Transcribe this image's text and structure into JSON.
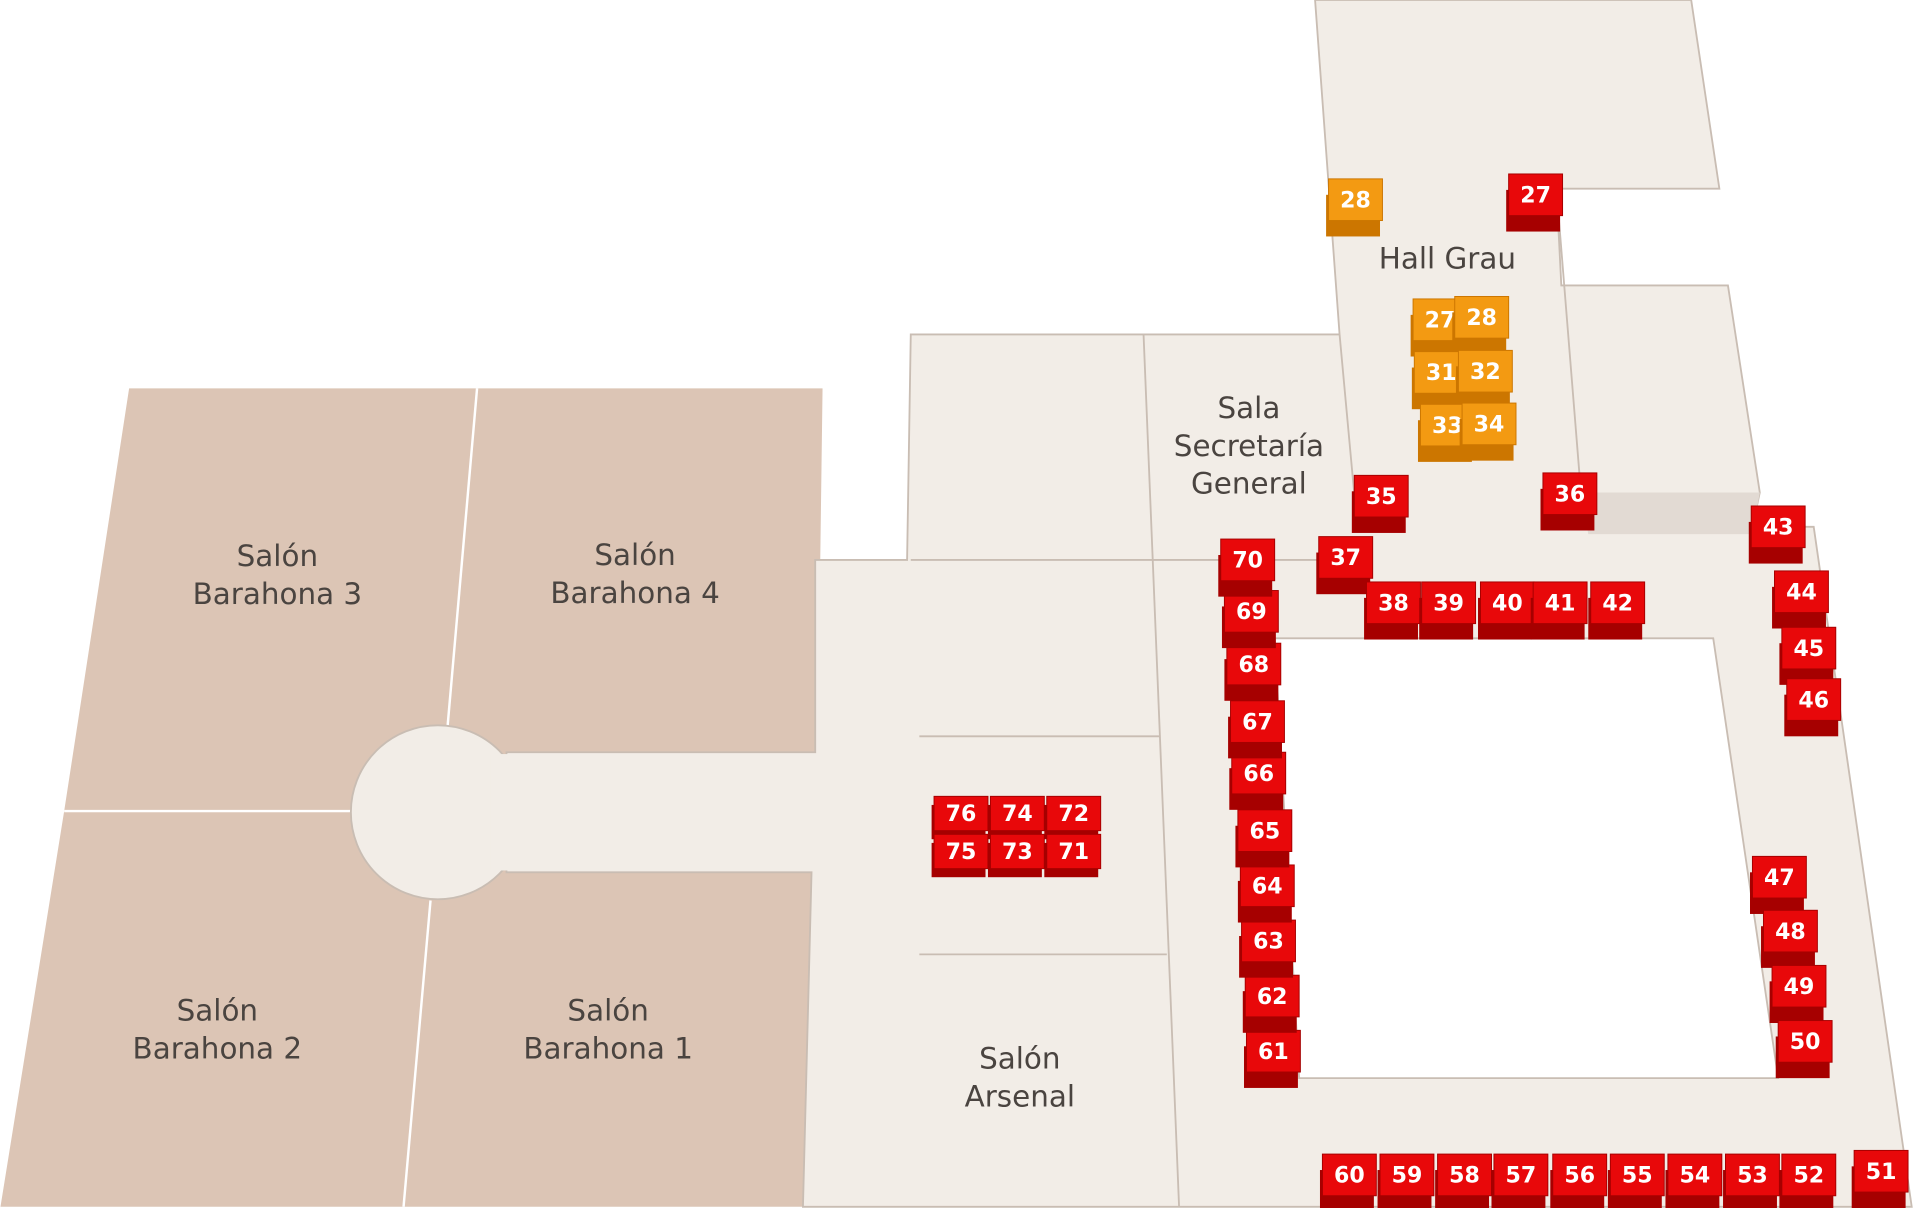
{
  "colors": {
    "floor": "#f2ede7",
    "floor_stroke": "#c9bdb3",
    "salon": "#dcc5b5",
    "booth_red": "#e8080a",
    "booth_red_side": "#a60000",
    "booth_orange": "#f39a12",
    "booth_orange_side": "#cc7600"
  },
  "rooms": {
    "barahona3": [
      "Salón",
      "Barahona 3"
    ],
    "barahona4": [
      "Salón",
      "Barahona 4"
    ],
    "barahona2": [
      "Salón",
      "Barahona 2"
    ],
    "barahona1": [
      "Salón",
      "Barahona 1"
    ],
    "arsenal": [
      "Salón",
      "Arsenal"
    ],
    "secretaria": [
      "Sala",
      "Secretaría",
      "General"
    ],
    "hall_grau": "Hall Grau"
  },
  "booths": [
    {
      "label": "28",
      "type": "orange"
    },
    {
      "label": "27",
      "type": "orange"
    },
    {
      "label": "28",
      "type": "orange"
    },
    {
      "label": "31",
      "type": "orange"
    },
    {
      "label": "32",
      "type": "orange"
    },
    {
      "label": "33",
      "type": "orange"
    },
    {
      "label": "34",
      "type": "orange"
    },
    {
      "label": "27",
      "type": "red"
    },
    {
      "label": "35",
      "type": "red"
    },
    {
      "label": "36",
      "type": "red"
    },
    {
      "label": "37",
      "type": "red"
    },
    {
      "label": "38",
      "type": "red"
    },
    {
      "label": "39",
      "type": "red"
    },
    {
      "label": "40",
      "type": "red"
    },
    {
      "label": "41",
      "type": "red"
    },
    {
      "label": "42",
      "type": "red"
    },
    {
      "label": "43",
      "type": "red"
    },
    {
      "label": "44",
      "type": "red"
    },
    {
      "label": "45",
      "type": "red"
    },
    {
      "label": "46",
      "type": "red"
    },
    {
      "label": "47",
      "type": "red"
    },
    {
      "label": "48",
      "type": "red"
    },
    {
      "label": "49",
      "type": "red"
    },
    {
      "label": "50",
      "type": "red"
    },
    {
      "label": "51",
      "type": "red"
    },
    {
      "label": "52",
      "type": "red"
    },
    {
      "label": "53",
      "type": "red"
    },
    {
      "label": "54",
      "type": "red"
    },
    {
      "label": "55",
      "type": "red"
    },
    {
      "label": "56",
      "type": "red"
    },
    {
      "label": "57",
      "type": "red"
    },
    {
      "label": "58",
      "type": "red"
    },
    {
      "label": "59",
      "type": "red"
    },
    {
      "label": "60",
      "type": "red"
    },
    {
      "label": "61",
      "type": "red"
    },
    {
      "label": "62",
      "type": "red"
    },
    {
      "label": "63",
      "type": "red"
    },
    {
      "label": "64",
      "type": "red"
    },
    {
      "label": "65",
      "type": "red"
    },
    {
      "label": "66",
      "type": "red"
    },
    {
      "label": "67",
      "type": "red"
    },
    {
      "label": "68",
      "type": "red"
    },
    {
      "label": "69",
      "type": "red"
    },
    {
      "label": "70",
      "type": "red"
    },
    {
      "label": "76",
      "type": "red"
    },
    {
      "label": "74",
      "type": "red"
    },
    {
      "label": "72",
      "type": "red"
    },
    {
      "label": "75",
      "type": "red"
    },
    {
      "label": "73",
      "type": "red"
    },
    {
      "label": "71",
      "type": "red"
    }
  ]
}
